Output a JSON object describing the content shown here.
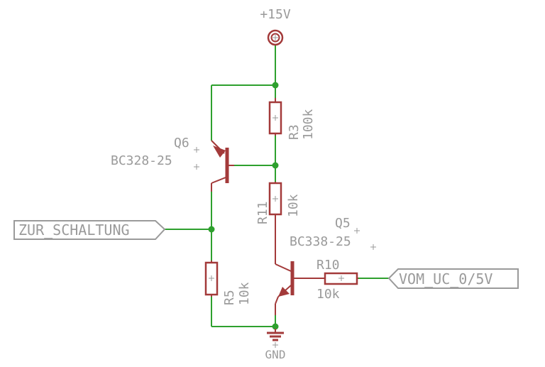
{
  "supply": {
    "label": "+15V"
  },
  "ground": {
    "label": "GND"
  },
  "ports": {
    "output": "ZUR_SCHALTUNG",
    "input": "VOM_UC_0/5V"
  },
  "components": {
    "q6": {
      "name": "Q6",
      "value": "BC328-25"
    },
    "q5": {
      "name": "Q5",
      "value": "BC338-25"
    },
    "r3": {
      "name": "R3",
      "value": "100k"
    },
    "r11": {
      "name": "R11",
      "value": "10k"
    },
    "r10": {
      "name": "R10",
      "value": "10k"
    },
    "r5": {
      "name": "R5",
      "value": "10k"
    }
  },
  "colors": {
    "wire": "#2ea02e",
    "part": "#a33a3a",
    "label": "#9a9a9a"
  }
}
